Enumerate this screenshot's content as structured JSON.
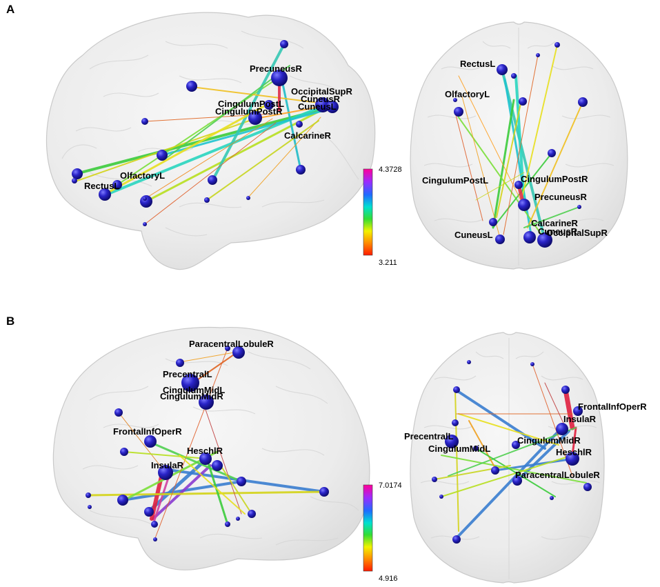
{
  "panels": [
    {
      "letter": "A",
      "colorbar": {
        "max": "4.3728",
        "min": "3.211"
      },
      "sagittal_labels": [
        "PrecuneusR",
        "OccipitalSupR",
        "CuneusR",
        "CuneusL",
        "CingulumPostL",
        "CingulumPostR",
        "CalcarineR",
        "OlfactoryL",
        "RectusL"
      ],
      "axial_labels": [
        "RectusL",
        "OlfactoryL",
        "CingulumPostL",
        "CingulumPostR",
        "PrecuneusR",
        "CalcarineR",
        "CuneusR",
        "OccipitalSupR",
        "CuneusL"
      ]
    },
    {
      "letter": "B",
      "colorbar": {
        "max": "7.0174",
        "min": "4.916"
      },
      "sagittal_labels": [
        "ParacentralLobuleR",
        "PrecentralL",
        "CingulumMidL",
        "CingulumMidR",
        "FrontalInfOperR",
        "HeschlR",
        "InsulaR"
      ],
      "axial_labels": [
        "FrontalInfOperR",
        "InsulaR",
        "PrecentralL",
        "CingulumMidR",
        "CingulumMidL",
        "HeschlR",
        "ParacentralLobuleR"
      ]
    }
  ],
  "colors": {
    "node": "#2a24c8",
    "scale_high": "#ff00aa",
    "scale_low": "#ff2a00"
  }
}
